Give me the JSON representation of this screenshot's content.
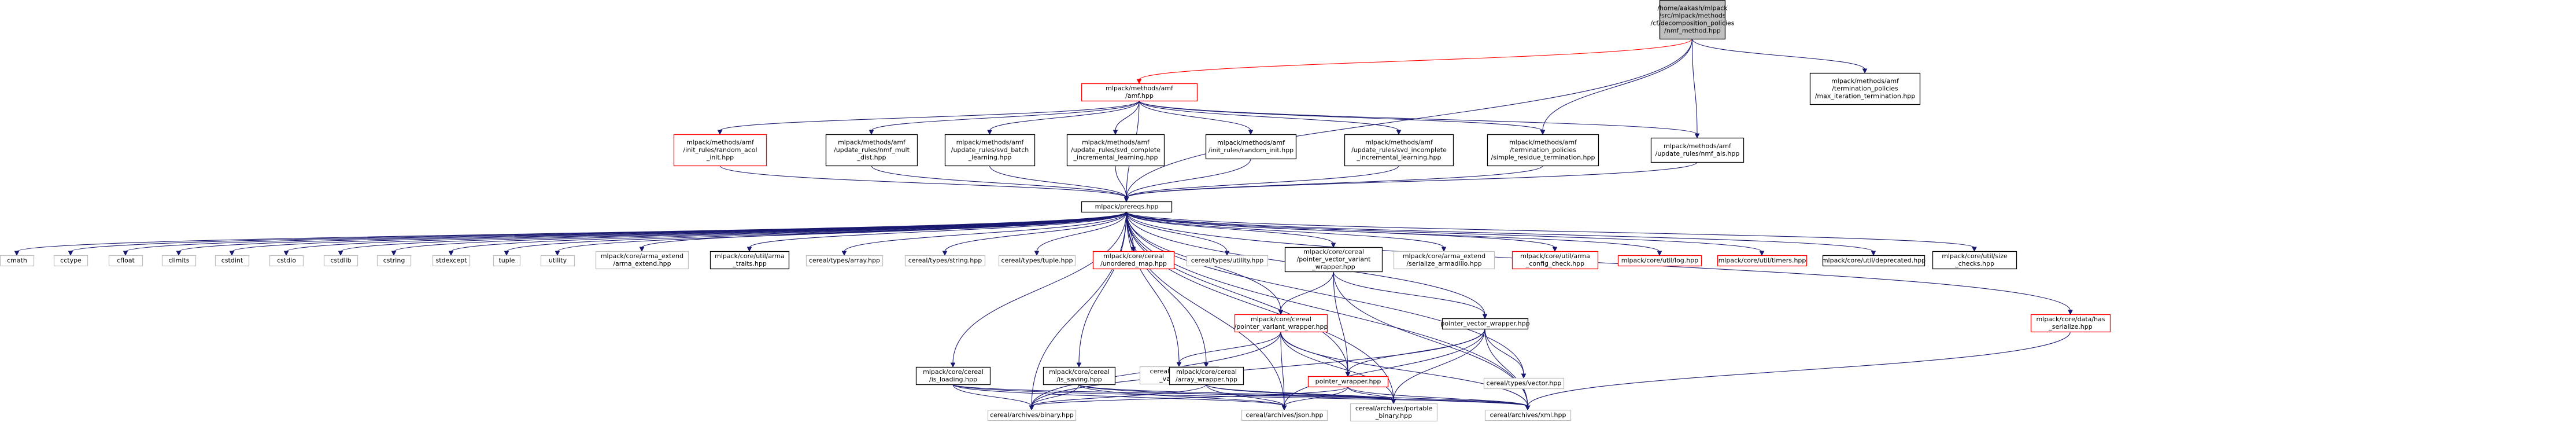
{
  "colors": {
    "edge": "#191970",
    "edge_missing_doc": "#ff0000",
    "box_default": "#000000",
    "box_missing_doc": "#ff0000",
    "box_system": "#bfbfbf",
    "root_fill": "#bfbfbf"
  },
  "nodes": [
    {
      "id": "root",
      "lines": [
        "/home/aakash/mlpack",
        "/src/mlpack/methods",
        "/cf/decomposition_policies",
        "/nmf_method.hpp"
      ],
      "kind": "root"
    },
    {
      "id": "amf",
      "lines": [
        "mlpack/methods/amf",
        "/amf.hpp"
      ],
      "kind": "red"
    },
    {
      "id": "max_iter",
      "lines": [
        "mlpack/methods/amf",
        "/termination_policies",
        "/max_iteration_termination.hpp"
      ],
      "kind": "black"
    },
    {
      "id": "random_acol",
      "lines": [
        "mlpack/methods/amf",
        "/init_rules/random_acol",
        "_init.hpp"
      ],
      "kind": "red"
    },
    {
      "id": "nmf_mult",
      "lines": [
        "mlpack/methods/amf",
        "/update_rules/nmf_mult",
        "_dist.hpp"
      ],
      "kind": "black"
    },
    {
      "id": "svd_batch",
      "lines": [
        "mlpack/methods/amf",
        "/update_rules/svd_batch",
        "_learning.hpp"
      ],
      "kind": "black"
    },
    {
      "id": "svd_complete",
      "lines": [
        "mlpack/methods/amf",
        "/update_rules/svd_complete",
        "_incremental_learning.hpp"
      ],
      "kind": "black"
    },
    {
      "id": "random_init",
      "lines": [
        "mlpack/methods/amf",
        "/init_rules/random_init.hpp"
      ],
      "kind": "black"
    },
    {
      "id": "svd_incomplete",
      "lines": [
        "mlpack/methods/amf",
        "/update_rules/svd_incomplete",
        "_incremental_learning.hpp"
      ],
      "kind": "black"
    },
    {
      "id": "simple_residue",
      "lines": [
        "mlpack/methods/amf",
        "/termination_policies",
        "/simple_residue_termination.hpp"
      ],
      "kind": "black"
    },
    {
      "id": "nmf_als",
      "lines": [
        "mlpack/methods/amf",
        "/update_rules/nmf_als.hpp"
      ],
      "kind": "black"
    },
    {
      "id": "prereqs",
      "lines": [
        "mlpack/prereqs.hpp"
      ],
      "kind": "black"
    },
    {
      "id": "cmath",
      "lines": [
        "cmath"
      ],
      "kind": "sys"
    },
    {
      "id": "cctype",
      "lines": [
        "cctype"
      ],
      "kind": "sys"
    },
    {
      "id": "cfloat",
      "lines": [
        "cfloat"
      ],
      "kind": "sys"
    },
    {
      "id": "climits",
      "lines": [
        "climits"
      ],
      "kind": "sys"
    },
    {
      "id": "cstdint",
      "lines": [
        "cstdint"
      ],
      "kind": "sys"
    },
    {
      "id": "cstdio",
      "lines": [
        "cstdio"
      ],
      "kind": "sys"
    },
    {
      "id": "cstdlib",
      "lines": [
        "cstdlib"
      ],
      "kind": "sys"
    },
    {
      "id": "cstring",
      "lines": [
        "cstring"
      ],
      "kind": "sys"
    },
    {
      "id": "stdexcept",
      "lines": [
        "stdexcept"
      ],
      "kind": "sys"
    },
    {
      "id": "tuple",
      "lines": [
        "tuple"
      ],
      "kind": "sys"
    },
    {
      "id": "utility",
      "lines": [
        "utility"
      ],
      "kind": "sys"
    },
    {
      "id": "arma_extend",
      "lines": [
        "mlpack/core/arma_extend",
        "/arma_extend.hpp"
      ],
      "kind": "sys"
    },
    {
      "id": "arma_traits",
      "lines": [
        "mlpack/core/util/arma",
        "_traits.hpp"
      ],
      "kind": "black"
    },
    {
      "id": "types_array",
      "lines": [
        "cereal/types/array.hpp"
      ],
      "kind": "sys"
    },
    {
      "id": "types_string",
      "lines": [
        "cereal/types/string.hpp"
      ],
      "kind": "sys"
    },
    {
      "id": "types_tuple",
      "lines": [
        "cereal/types/tuple.hpp"
      ],
      "kind": "sys"
    },
    {
      "id": "unordered_map",
      "lines": [
        "mlpack/core/cereal",
        "/unordered_map.hpp"
      ],
      "kind": "red"
    },
    {
      "id": "types_utility",
      "lines": [
        "cereal/types/utility.hpp"
      ],
      "kind": "sys"
    },
    {
      "id": "pvw_variant",
      "lines": [
        "mlpack/core/cereal",
        "/pointer_vector_variant",
        "_wrapper.hpp"
      ],
      "kind": "black"
    },
    {
      "id": "serialize_armadillo",
      "lines": [
        "mlpack/core/arma_extend",
        "/serialize_armadillo.hpp"
      ],
      "kind": "sys"
    },
    {
      "id": "arma_config",
      "lines": [
        "mlpack/core/util/arma",
        "_config_check.hpp"
      ],
      "kind": "red"
    },
    {
      "id": "log",
      "lines": [
        "mlpack/core/util/log.hpp"
      ],
      "kind": "red"
    },
    {
      "id": "timers",
      "lines": [
        "mlpack/core/util/timers.hpp"
      ],
      "kind": "red"
    },
    {
      "id": "deprecated",
      "lines": [
        "mlpack/core/util/deprecated.hpp"
      ],
      "kind": "black"
    },
    {
      "id": "size_checks",
      "lines": [
        "mlpack/core/util/size",
        "_checks.hpp"
      ],
      "kind": "black"
    },
    {
      "id": "pointer_variant",
      "lines": [
        "mlpack/core/cereal",
        "/pointer_variant_wrapper.hpp"
      ],
      "kind": "red"
    },
    {
      "id": "pointer_vector",
      "lines": [
        "pointer_vector_wrapper.hpp"
      ],
      "kind": "black"
    },
    {
      "id": "has_serialize",
      "lines": [
        "mlpack/core/data/has",
        "_serialize.hpp"
      ],
      "kind": "red"
    },
    {
      "id": "boost_variant",
      "lines": [
        "cereal/types/boost",
        "_variant.hpp"
      ],
      "kind": "sys"
    },
    {
      "id": "pointer_wrapper",
      "lines": [
        "pointer_wrapper.hpp"
      ],
      "kind": "red"
    },
    {
      "id": "types_vector",
      "lines": [
        "cereal/types/vector.hpp"
      ],
      "kind": "sys"
    },
    {
      "id": "is_loading",
      "lines": [
        "mlpack/core/cereal",
        "/is_loading.hpp"
      ],
      "kind": "black"
    },
    {
      "id": "is_saving",
      "lines": [
        "mlpack/core/cereal",
        "/is_saving.hpp"
      ],
      "kind": "black"
    },
    {
      "id": "array_wrapper",
      "lines": [
        "mlpack/core/cereal",
        "/array_wrapper.hpp"
      ],
      "kind": "black"
    },
    {
      "id": "binary",
      "lines": [
        "cereal/archives/binary.hpp"
      ],
      "kind": "sys"
    },
    {
      "id": "json",
      "lines": [
        "cereal/archives/json.hpp"
      ],
      "kind": "sys"
    },
    {
      "id": "portable_binary",
      "lines": [
        "cereal/archives/portable",
        "_binary.hpp"
      ],
      "kind": "sys"
    },
    {
      "id": "xml",
      "lines": [
        "cereal/archives/xml.hpp"
      ],
      "kind": "sys"
    }
  ],
  "edges": [
    [
      "root",
      "amf",
      1
    ],
    [
      "root",
      "max_iter",
      0
    ],
    [
      "root",
      "simple_residue",
      0
    ],
    [
      "root",
      "nmf_als",
      0
    ],
    [
      "root",
      "prereqs",
      0
    ],
    [
      "amf",
      "random_acol",
      0
    ],
    [
      "amf",
      "nmf_mult",
      0
    ],
    [
      "amf",
      "svd_batch",
      0
    ],
    [
      "amf",
      "svd_complete",
      0
    ],
    [
      "amf",
      "random_init",
      0
    ],
    [
      "amf",
      "svd_incomplete",
      0
    ],
    [
      "amf",
      "simple_residue",
      0
    ],
    [
      "amf",
      "nmf_als",
      0
    ],
    [
      "amf",
      "prereqs",
      0
    ],
    [
      "random_acol",
      "prereqs",
      0
    ],
    [
      "nmf_mult",
      "prereqs",
      0
    ],
    [
      "svd_batch",
      "prereqs",
      0
    ],
    [
      "svd_complete",
      "prereqs",
      0
    ],
    [
      "random_init",
      "prereqs",
      0
    ],
    [
      "svd_incomplete",
      "prereqs",
      0
    ],
    [
      "simple_residue",
      "prereqs",
      0
    ],
    [
      "nmf_als",
      "prereqs",
      0
    ],
    [
      "prereqs",
      "cmath",
      0
    ],
    [
      "prereqs",
      "cctype",
      0
    ],
    [
      "prereqs",
      "cfloat",
      0
    ],
    [
      "prereqs",
      "climits",
      0
    ],
    [
      "prereqs",
      "cstdint",
      0
    ],
    [
      "prereqs",
      "cstdio",
      0
    ],
    [
      "prereqs",
      "cstdlib",
      0
    ],
    [
      "prereqs",
      "cstring",
      0
    ],
    [
      "prereqs",
      "stdexcept",
      0
    ],
    [
      "prereqs",
      "tuple",
      0
    ],
    [
      "prereqs",
      "utility",
      0
    ],
    [
      "prereqs",
      "arma_extend",
      0
    ],
    [
      "prereqs",
      "arma_traits",
      0
    ],
    [
      "prereqs",
      "types_array",
      0
    ],
    [
      "prereqs",
      "types_string",
      0
    ],
    [
      "prereqs",
      "types_tuple",
      0
    ],
    [
      "prereqs",
      "unordered_map",
      0
    ],
    [
      "prereqs",
      "types_utility",
      0
    ],
    [
      "prereqs",
      "pvw_variant",
      0
    ],
    [
      "prereqs",
      "serialize_armadillo",
      0
    ],
    [
      "prereqs",
      "arma_config",
      0
    ],
    [
      "prereqs",
      "log",
      0
    ],
    [
      "prereqs",
      "timers",
      0
    ],
    [
      "prereqs",
      "deprecated",
      0
    ],
    [
      "prereqs",
      "size_checks",
      0
    ],
    [
      "prereqs",
      "pointer_variant",
      0
    ],
    [
      "prereqs",
      "pointer_vector",
      0
    ],
    [
      "prereqs",
      "has_serialize",
      0
    ],
    [
      "prereqs",
      "boost_variant",
      0
    ],
    [
      "prereqs",
      "pointer_wrapper",
      0
    ],
    [
      "prereqs",
      "types_vector",
      0
    ],
    [
      "prereqs",
      "is_loading",
      0
    ],
    [
      "prereqs",
      "is_saving",
      0
    ],
    [
      "prereqs",
      "array_wrapper",
      0
    ],
    [
      "prereqs",
      "binary",
      0
    ],
    [
      "prereqs",
      "json",
      0
    ],
    [
      "prereqs",
      "portable_binary",
      0
    ],
    [
      "prereqs",
      "xml",
      0
    ],
    [
      "pvw_variant",
      "pointer_variant",
      0
    ],
    [
      "pvw_variant",
      "pointer_vector",
      0
    ],
    [
      "pvw_variant",
      "pointer_wrapper",
      0
    ],
    [
      "pvw_variant",
      "xml",
      0
    ],
    [
      "pointer_variant",
      "boost_variant",
      0
    ],
    [
      "pointer_variant",
      "pointer_wrapper",
      0
    ],
    [
      "pointer_variant",
      "binary",
      0
    ],
    [
      "pointer_variant",
      "json",
      0
    ],
    [
      "pointer_variant",
      "portable_binary",
      0
    ],
    [
      "pointer_variant",
      "xml",
      0
    ],
    [
      "pointer_vector",
      "pointer_wrapper",
      0
    ],
    [
      "pointer_vector",
      "types_vector",
      0
    ],
    [
      "pointer_vector",
      "json",
      0
    ],
    [
      "pointer_vector",
      "portable_binary",
      0
    ],
    [
      "pointer_vector",
      "xml",
      0
    ],
    [
      "pointer_vector",
      "binary",
      0
    ],
    [
      "pointer_wrapper",
      "binary",
      0
    ],
    [
      "pointer_wrapper",
      "json",
      0
    ],
    [
      "pointer_wrapper",
      "portable_binary",
      0
    ],
    [
      "pointer_wrapper",
      "xml",
      0
    ],
    [
      "has_serialize",
      "xml",
      0
    ],
    [
      "is_loading",
      "binary",
      0
    ],
    [
      "is_loading",
      "json",
      0
    ],
    [
      "is_loading",
      "portable_binary",
      0
    ],
    [
      "is_loading",
      "xml",
      0
    ],
    [
      "is_saving",
      "binary",
      0
    ],
    [
      "is_saving",
      "json",
      0
    ],
    [
      "is_saving",
      "portable_binary",
      0
    ],
    [
      "is_saving",
      "xml",
      0
    ],
    [
      "array_wrapper",
      "binary",
      0
    ],
    [
      "array_wrapper",
      "json",
      0
    ],
    [
      "array_wrapper",
      "portable_binary",
      0
    ],
    [
      "array_wrapper",
      "xml",
      0
    ]
  ]
}
